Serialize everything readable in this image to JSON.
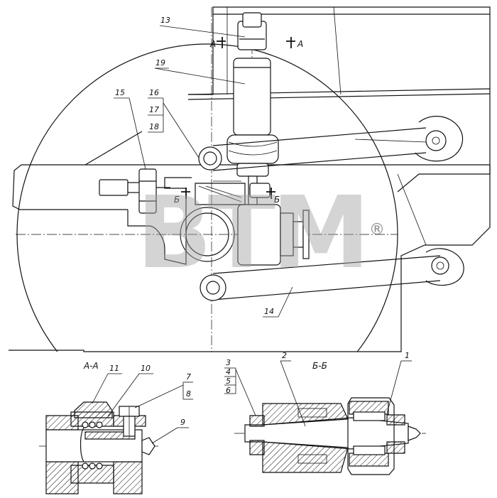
{
  "colors": {
    "line": "#111111",
    "background": "#ffffff",
    "watermark": "#a0a0a0"
  },
  "watermark": {
    "text": "ВТМ",
    "registered": "®"
  },
  "callouts": {
    "c1": "1",
    "c2": "2",
    "c3": "3",
    "c4": "4",
    "c5": "5",
    "c6": "6",
    "c7": "7",
    "c8": "8",
    "c9": "9",
    "c10": "10",
    "c11": "11",
    "c13": "13",
    "c14": "14",
    "c15": "15",
    "c16": "16",
    "c17": "17",
    "c18": "18",
    "c19": "19"
  },
  "section_marks": {
    "a_left": "А",
    "a_right": "А",
    "b_left": "Б",
    "b_right": "Б"
  },
  "section_titles": {
    "aa": "А-А",
    "bb": "Б-Б"
  }
}
